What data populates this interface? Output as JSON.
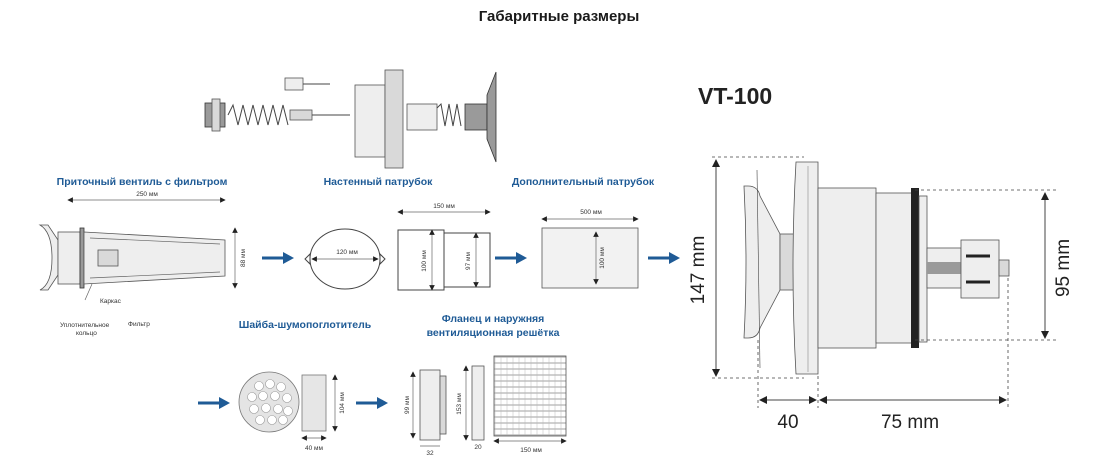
{
  "header": {
    "title": "Габаритные размеры"
  },
  "model": "VT-100",
  "sections": {
    "valve": "Приточный вентиль с фильтром",
    "wall_tube": "Настенный патрубок",
    "extra_tube": "Дополнительный патрубок",
    "washer": "Шайба-шумопоглотитель",
    "flange_line1": "Фланец и наружняя",
    "flange_line2": "вентиляционная решётка"
  },
  "valve_labels": {
    "length": "250 мм",
    "height": "88 мм",
    "karkas": "Каркас",
    "seal_line1": "Уплотнительное",
    "seal_line2": "кольцо",
    "filter": "Фильтр"
  },
  "wall_tube_dims": {
    "diameter": "120 мм",
    "length": "150 мм",
    "h1": "100 мм",
    "h2": "97 мм"
  },
  "extra_tube_dims": {
    "length": "500 мм",
    "height": "100 мм"
  },
  "washer_dims": {
    "width": "40 мм",
    "height": "104 мм"
  },
  "flange_dims": {
    "height": "99 мм",
    "depth": "32",
    "grille_height": "153 мм",
    "grille_depth": "20",
    "grille_width": "150 мм"
  },
  "main_dims": {
    "overall": "147 mm",
    "diameter": "95 mm",
    "depth1": "40",
    "depth2": "75 mm"
  }
}
